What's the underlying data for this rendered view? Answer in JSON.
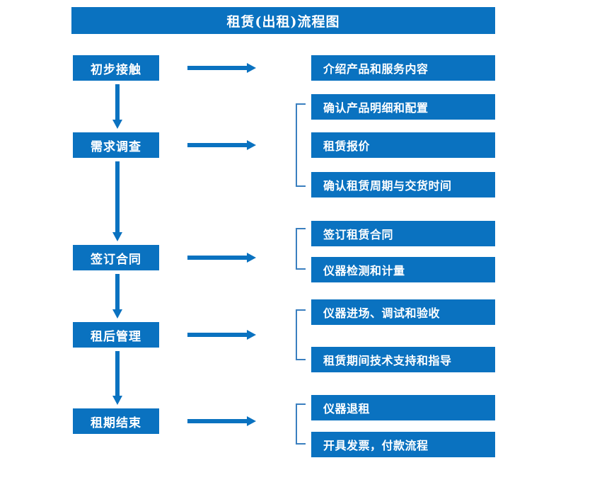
{
  "title": "租赁(出租)流程图",
  "colors": {
    "primary_blue": "#0a72c0",
    "bracket_blue": "#3a7fbf",
    "text_on_blue": "#ffffff",
    "background": "#ffffff"
  },
  "stages": [
    {
      "id": "stage-1",
      "label": "初步接触"
    },
    {
      "id": "stage-2",
      "label": "需求调查"
    },
    {
      "id": "stage-3",
      "label": "签订合同"
    },
    {
      "id": "stage-4",
      "label": "租后管理"
    },
    {
      "id": "stage-5",
      "label": "租期结束"
    }
  ],
  "detail_groups": [
    {
      "group": "group-1",
      "for_stage": "初步接触",
      "bracketed": false,
      "items": [
        {
          "label": "介绍产品和服务内容"
        }
      ]
    },
    {
      "group": "group-2",
      "for_stage": "需求调查",
      "bracketed": true,
      "items": [
        {
          "label": "确认产品明细和配置"
        },
        {
          "label": "租赁报价"
        },
        {
          "label": "确认租赁周期与交货时间"
        }
      ]
    },
    {
      "group": "group-3",
      "for_stage": "签订合同",
      "bracketed": true,
      "items": [
        {
          "label": "签订租赁合同"
        },
        {
          "label": "仪器检测和计量"
        }
      ]
    },
    {
      "group": "group-4",
      "for_stage": "租后管理",
      "bracketed": true,
      "items": [
        {
          "label": "仪器进场、调试和验收"
        },
        {
          "label": "租赁期间技术支持和指导"
        }
      ]
    },
    {
      "group": "group-5",
      "for_stage": "租期结束",
      "bracketed": true,
      "items": [
        {
          "label": "仪器退租"
        },
        {
          "label": "开具发票，付款流程"
        }
      ]
    }
  ],
  "connectors": {
    "horizontal_arrow_icon": "arrow-right-icon",
    "vertical_arrow_icon": "arrow-down-icon",
    "bracket_icon": "group-bracket-icon",
    "horizontal_arrow_count": 5,
    "vertical_arrow_count": 4
  }
}
